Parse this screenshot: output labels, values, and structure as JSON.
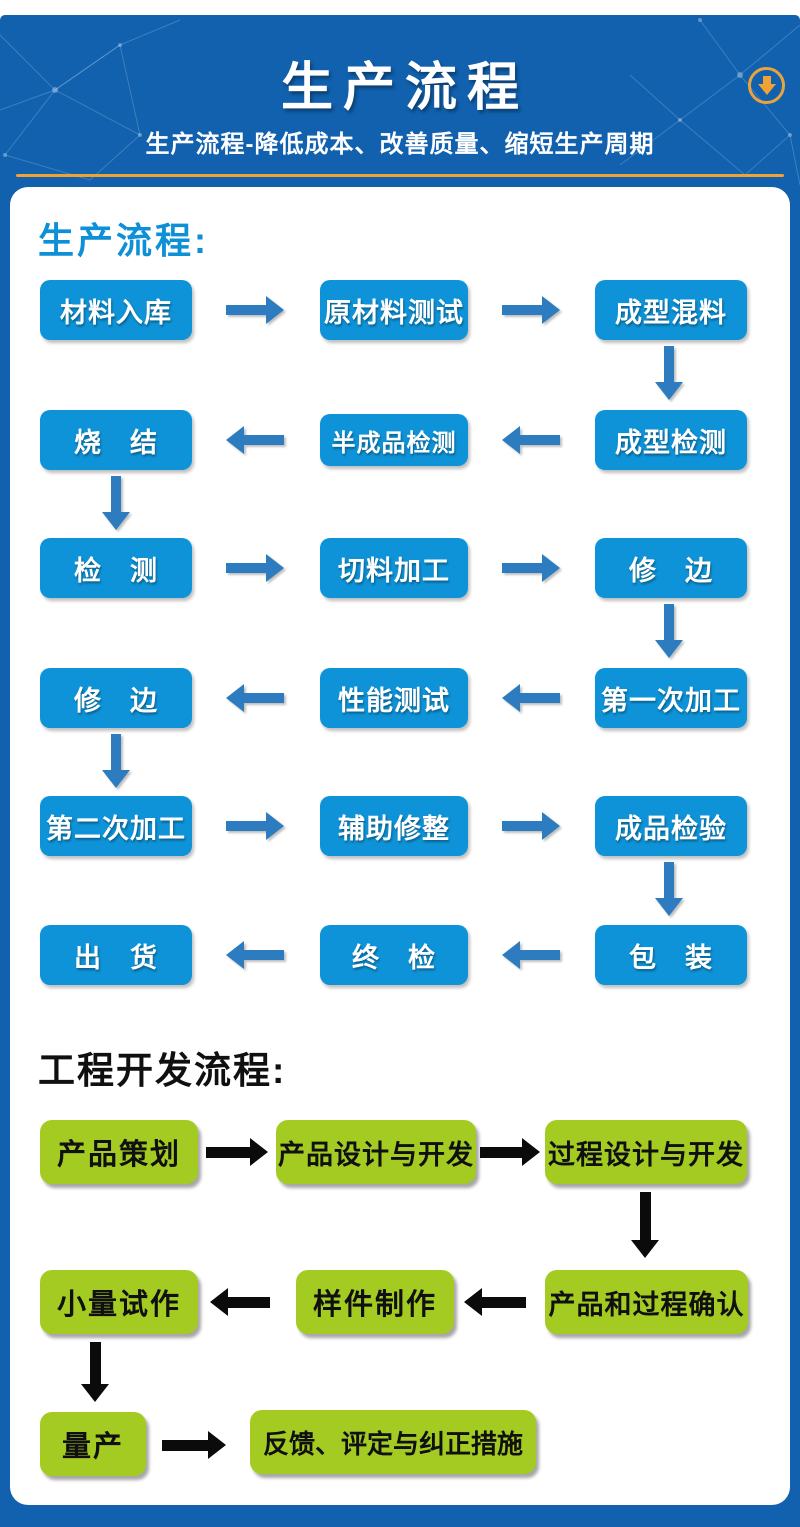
{
  "header": {
    "title": "生产流程",
    "subtitle": "生产流程-降低成本、改善质量、缩短生产周期",
    "scroll_icon": "circle-down-arrow"
  },
  "production_flow": {
    "heading": "生产流程:",
    "rows": [
      {
        "direction": "right",
        "cells": [
          "材料入库",
          "原材料测试",
          "成型混料"
        ]
      },
      {
        "direction": "left",
        "cells": [
          "烧　结",
          "半成品检测",
          "成型检测"
        ]
      },
      {
        "direction": "right",
        "cells": [
          "检　测",
          "切料加工",
          "修　边"
        ]
      },
      {
        "direction": "left",
        "cells": [
          "修　边",
          "性能测试",
          "第一次加工"
        ]
      },
      {
        "direction": "right",
        "cells": [
          "第二次加工",
          "辅助修整",
          "成品检验"
        ]
      },
      {
        "direction": "left",
        "cells": [
          "出　货",
          "终　检",
          "包　装"
        ]
      }
    ]
  },
  "engineering_flow": {
    "heading": "工程开发流程:",
    "rows": [
      {
        "direction": "right",
        "cells": [
          "产品策划",
          "产品设计与开发",
          "过程设计与开发"
        ]
      },
      {
        "direction": "left",
        "cells": [
          "小量试作",
          "样件制作",
          "产品和过程确认"
        ]
      },
      {
        "direction": "right",
        "cells": [
          "量产",
          "反馈、评定与纠正措施"
        ]
      }
    ]
  },
  "colors": {
    "page_blue": "#1161ae",
    "flow_box_blue": "#0e93d8",
    "flow_arrow_blue": "#2e7cc0",
    "green_box": "#a4cb22",
    "accent_gold": "#f0a232",
    "heading_blue": "#0d90d6",
    "black_arrow": "#0b0b0b"
  }
}
